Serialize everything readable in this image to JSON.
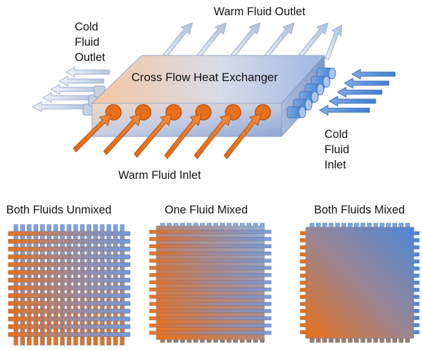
{
  "labels": {
    "warm_fluid_outlet": "Warm Fluid Outlet",
    "cold_fluid_outlet": [
      "Cold",
      "Fluid",
      "Outlet"
    ],
    "exchanger_title": "Cross Flow Heat Exchanger",
    "cold_fluid_inlet": [
      "Cold",
      "Fluid",
      "Inlet"
    ],
    "warm_fluid_inlet": "Warm Fluid Inlet",
    "both_unmixed": "Both Fluids Unmixed",
    "one_mixed": "One Fluid Mixed",
    "both_mixed": "Both Fluids Mixed"
  },
  "colors": {
    "warm": "#e8701a",
    "cold": "#4a8ad8",
    "outlet_pale": "#c8d6ea",
    "box_top_warm": "#f2c7a5",
    "box_side": "#8fa3c8"
  },
  "icons": {
    "warm_inlet_arrows": "arrow-up-right",
    "warm_outlet_arrows": "arrow-up-right",
    "cold_inlet_arrows": "arrow-left",
    "cold_outlet_arrows": "arrow-left"
  }
}
